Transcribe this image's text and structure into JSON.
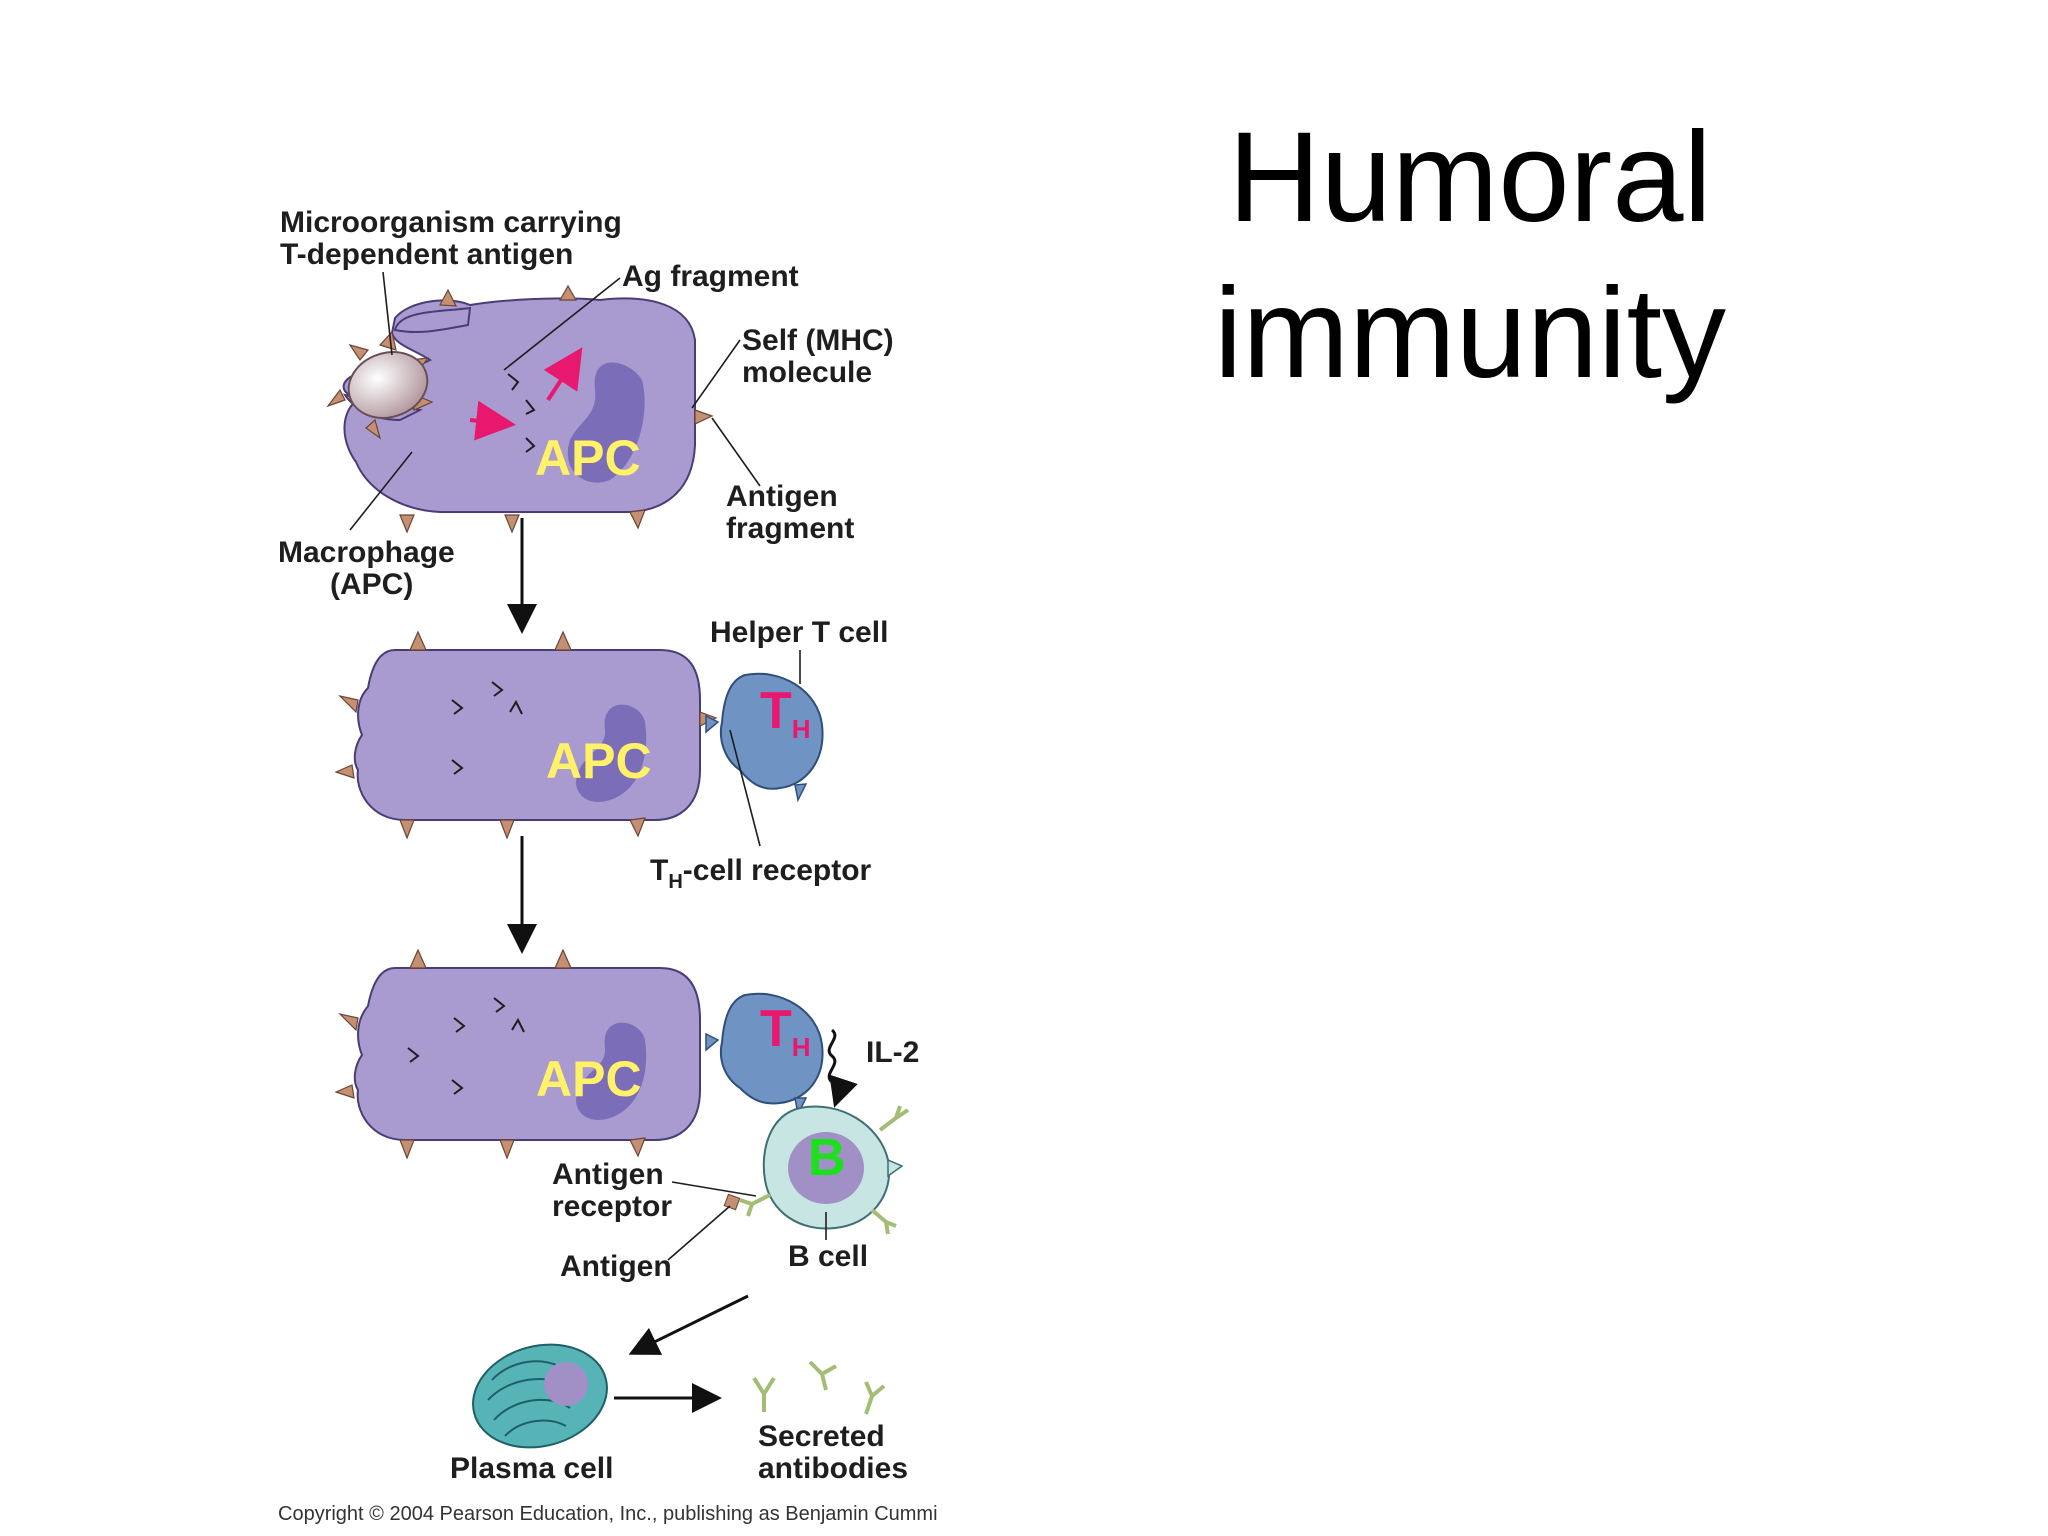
{
  "title": {
    "line1": "Humoral",
    "line2": "immunity"
  },
  "labels": {
    "microorganism_line1": "Microorganism carrying",
    "microorganism_line2": "T-dependent antigen",
    "ag_fragment": "Ag fragment",
    "self_mhc_line1": "Self (MHC)",
    "self_mhc_line2": "molecule",
    "antigen_fragment_line1": "Antigen",
    "antigen_fragment_line2": "fragment",
    "macrophage_line1": "Macrophage",
    "macrophage_line2": "(APC)",
    "helper_t_cell": "Helper T cell",
    "th_receptor_t": "T",
    "th_receptor_sub": "H",
    "th_receptor_rest": "-cell receptor",
    "il2": "IL-2",
    "antigen_receptor_line1": "Antigen",
    "antigen_receptor_line2": "receptor",
    "antigen": "Antigen",
    "b_cell": "B cell",
    "plasma_cell": "Plasma cell",
    "secreted_line1": "Secreted",
    "secreted_line2": "antibodies"
  },
  "cells": {
    "apc": "APC",
    "th_main": "T",
    "th_sub": "H",
    "b": "B"
  },
  "copyright": "Copyright © 2004 Pearson Education, Inc., publishing as Benjamin Cummi",
  "colors": {
    "macrophage": "#a99bcf",
    "nucleus": "#7c6db8",
    "antigen_spike": "#c58f72",
    "th_cell": "#6f94c4",
    "b_cell": "#c6e5e3",
    "plasma_cell": "#56b3b6",
    "arrow_pink": "#e8186f",
    "antibody": "#a3bd74"
  }
}
